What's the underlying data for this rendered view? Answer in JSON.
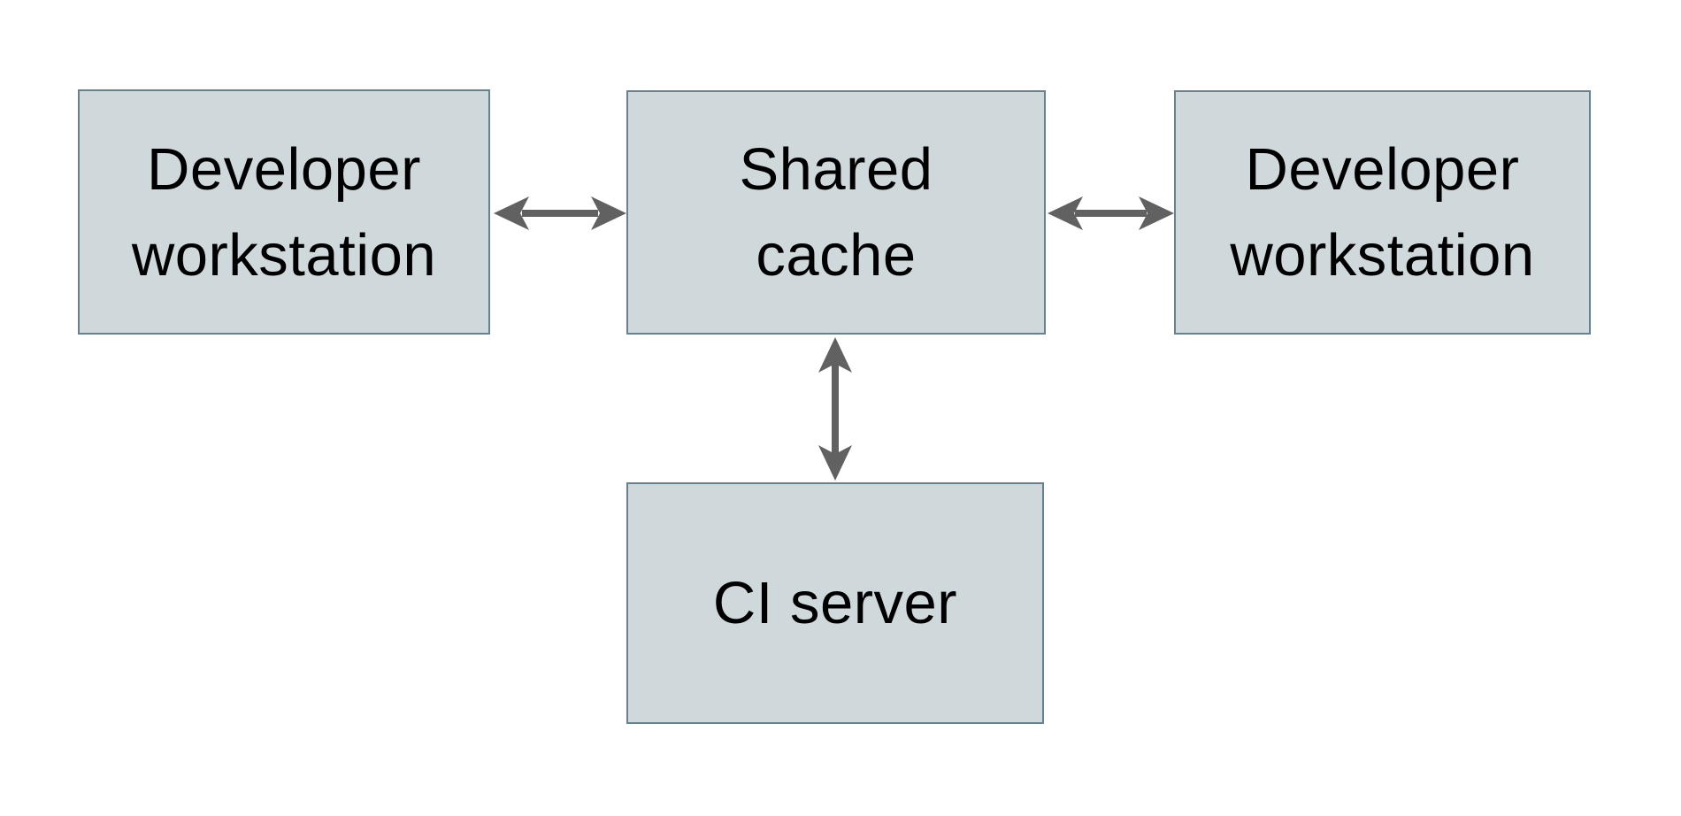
{
  "diagram": {
    "type": "architecture-diagram",
    "background": "#ffffff",
    "nodes": [
      {
        "id": "developer-workstation-left",
        "label": "Developer workstation",
        "lines": [
          "Developer",
          "workstation"
        ]
      },
      {
        "id": "shared-cache",
        "label": "Shared cache",
        "lines": [
          "Shared",
          "cache"
        ]
      },
      {
        "id": "developer-workstation-right",
        "label": "Developer workstation",
        "lines": [
          "Developer",
          "workstation"
        ]
      },
      {
        "id": "ci-server",
        "label": "CI server",
        "lines": [
          "CI server"
        ]
      }
    ],
    "edges": [
      {
        "from": "developer-workstation-left",
        "to": "shared-cache",
        "direction": "bidirectional",
        "orientation": "horizontal"
      },
      {
        "from": "shared-cache",
        "to": "developer-workstation-right",
        "direction": "bidirectional",
        "orientation": "horizontal"
      },
      {
        "from": "shared-cache",
        "to": "ci-server",
        "direction": "bidirectional",
        "orientation": "vertical"
      }
    ],
    "colors": {
      "node_fill": "#cfd8da",
      "node_border": "#67828f",
      "arrow": "#616161",
      "text": "#000000",
      "background": "#ffffff"
    }
  }
}
